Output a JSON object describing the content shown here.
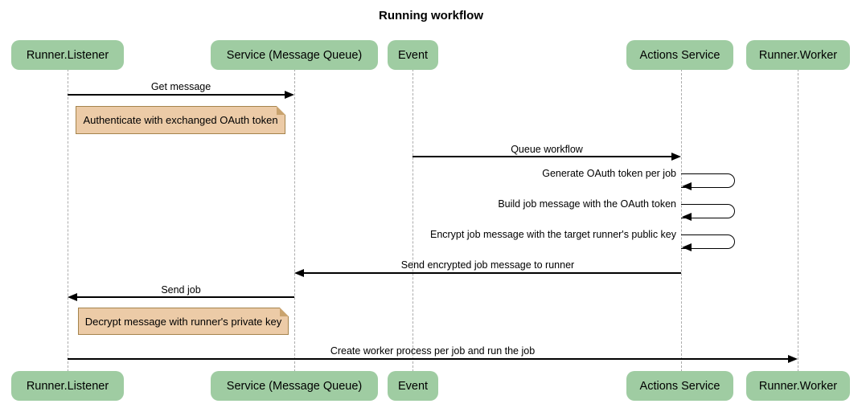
{
  "title": "Running workflow",
  "diagram_type": "sequence-diagram",
  "colors": {
    "participant_fill": "#9fcca2",
    "note_fill": "#eccba7",
    "note_border": "#a5834c",
    "lifeline": "#ababab",
    "arrow": "#000000",
    "background": "#ffffff"
  },
  "participants": [
    {
      "label": "Runner.Listener"
    },
    {
      "label": "Service (Message Queue)"
    },
    {
      "label": "Event"
    },
    {
      "label": "Actions Service"
    },
    {
      "label": "Runner.Worker"
    }
  ],
  "messages": [
    {
      "label": "Get message",
      "from": "Runner.Listener",
      "to": "Service (Message Queue)",
      "direction": "right"
    },
    {
      "label": "Queue workflow",
      "from": "Event",
      "to": "Actions Service",
      "direction": "right"
    },
    {
      "label": "Generate OAuth token per job",
      "from": "Actions Service",
      "to": "Actions Service",
      "direction": "self"
    },
    {
      "label": "Build job message with the OAuth token",
      "from": "Actions Service",
      "to": "Actions Service",
      "direction": "self"
    },
    {
      "label": "Encrypt job message with the target runner's public key",
      "from": "Actions Service",
      "to": "Actions Service",
      "direction": "self"
    },
    {
      "label": "Send encrypted job message to runner",
      "from": "Actions Service",
      "to": "Service (Message Queue)",
      "direction": "left"
    },
    {
      "label": "Send job",
      "from": "Service (Message Queue)",
      "to": "Runner.Listener",
      "direction": "left"
    },
    {
      "label": "Create worker process per job and run the job",
      "from": "Runner.Listener",
      "to": "Runner.Worker",
      "direction": "right"
    }
  ],
  "notes": [
    {
      "label": "Authenticate with exchanged OAuth token",
      "over": "Runner.Listener"
    },
    {
      "label": "Decrypt message with runner's private key",
      "over": "Runner.Listener"
    }
  ]
}
